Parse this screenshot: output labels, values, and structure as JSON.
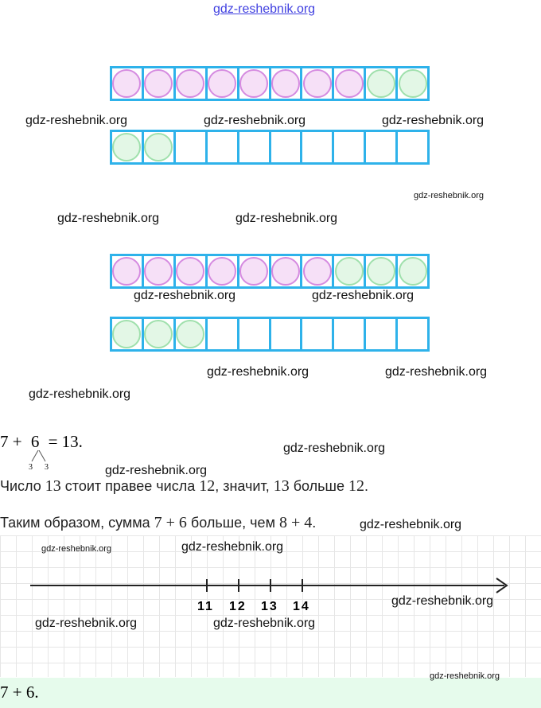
{
  "header_watermark": "gdz-reshebnik.org",
  "watermark": "gdz-reshebnik.org",
  "frames": [
    [
      "p",
      "p",
      "p",
      "p",
      "p",
      "p",
      "p",
      "p",
      "g",
      "g"
    ],
    [
      "g",
      "g",
      "",
      "",
      "",
      "",
      "",
      "",
      "",
      ""
    ],
    [
      "p",
      "p",
      "p",
      "p",
      "p",
      "p",
      "p",
      "g",
      "g",
      "g"
    ],
    [
      "g",
      "g",
      "g",
      "",
      "",
      "",
      "",
      "",
      "",
      ""
    ]
  ],
  "equation": {
    "left": "7 + ",
    "six": "6",
    "right": " = 13.",
    "split_a": "3",
    "split_b": "3"
  },
  "line1": {
    "a": "Число ",
    "n1": "13",
    "b": " стоит правее числа ",
    "n2": "12",
    "c": ", значит, ",
    "n3": "13",
    "d": " больше ",
    "n4": "12",
    "e": "."
  },
  "line2": {
    "a": "Таким образом, сумма ",
    "m1": "7 + 6",
    "b": " больше, чем ",
    "m2": "8 + 4",
    "c": "."
  },
  "number_line": {
    "labels": [
      "11",
      "12",
      "13",
      "14"
    ]
  },
  "answer": "7 + 6."
}
